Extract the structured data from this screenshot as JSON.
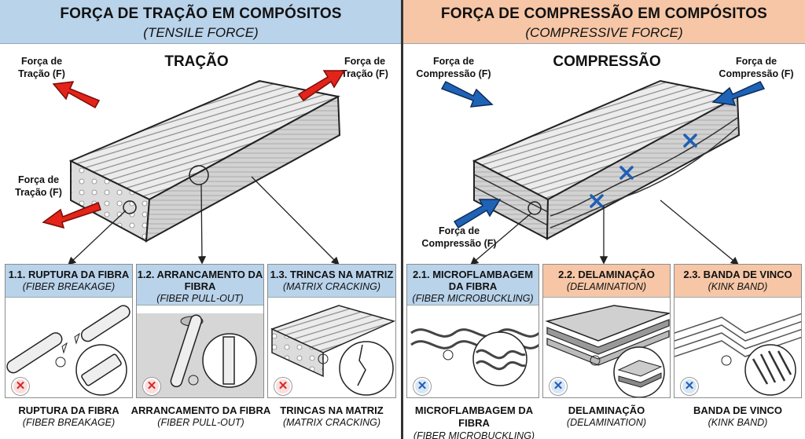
{
  "colors": {
    "tensile_header": "#b9d3ea",
    "compressive_header": "#f6c6a6",
    "tensile_arrow": "#e3241b",
    "compressive_arrow": "#1f63b7",
    "x_red": "#d62828",
    "x_blue": "#1f5fb4",
    "divider": "#333333"
  },
  "tensile": {
    "title": "FORÇA DE TRAÇÃO EM COMPÓSITOS",
    "subtitle": "(TENSILE FORCE)",
    "big_label": "TRAÇÃO",
    "force_label": "Força de Tração (F)",
    "panels": [
      {
        "title": "1.1. RUPTURA DA FIBRA",
        "subtitle": "(FIBER BREAKAGE)",
        "caption": "RUPTURA DA FIBRA",
        "caption_en": "(FIBER BREAKAGE)",
        "icon": "x-mark-icon"
      },
      {
        "title": "1.2. ARRANCAMENTO DA FIBRA",
        "subtitle": "(FIBER PULL-OUT)",
        "caption": "ARRANCAMENTO DA FIBRA",
        "caption_en": "(FIBER PULL-OUT)",
        "icon": "x-mark-icon"
      },
      {
        "title": "1.3. TRINCAS NA MATRIZ",
        "subtitle": "(MATRIX CRACKING)",
        "caption": "TRINCAS NA MATRIZ",
        "caption_en": "(MATRIX CRACKING)",
        "icon": "x-mark-icon"
      }
    ]
  },
  "compressive": {
    "title": "FORÇA DE COMPRESSÃO EM COMPÓSITOS",
    "subtitle": "(COMPRESSIVE FORCE)",
    "big_label": "COMPRESSÃO",
    "force_label": "Força de Compressão (F)",
    "panels": [
      {
        "title": "2.1. MICROFLAMBAGEM DA FIBRA",
        "subtitle": "(FIBER MICROBUCKLING)",
        "caption": "MICROFLAMBAGEM DA FIBRA",
        "caption_en": "(FIBER MICROBUCKLING)",
        "icon": "x-mark-icon"
      },
      {
        "title": "2.2. DELAMINAÇÃO",
        "subtitle": "(DELAMINATION)",
        "caption": "DELAMINAÇÃO",
        "caption_en": "(DELAMINATION)",
        "icon": "x-mark-icon"
      },
      {
        "title": "2.3. BANDA DE VINCO",
        "subtitle": "(KINK BAND)",
        "caption": "BANDA DE VINCO",
        "caption_en": "(KINK BAND)",
        "icon": "x-mark-icon"
      }
    ]
  }
}
